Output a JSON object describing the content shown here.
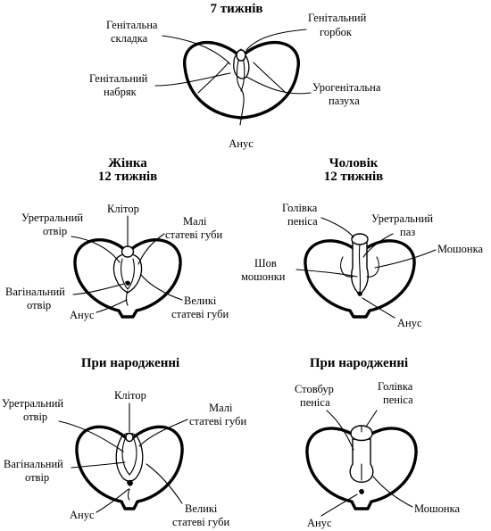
{
  "stage_7w": {
    "title": "7 тижнів",
    "labels": {
      "genital_fold": [
        "Генітальна",
        "складка"
      ],
      "genital_tubercle": [
        "Генітальний",
        "горбок"
      ],
      "genital_swelling": [
        "Генітальний",
        "набряк"
      ],
      "urogenital_groove": [
        "Урогенітальна",
        "пазуха"
      ],
      "anus": "Анус"
    }
  },
  "female_12w": {
    "title": [
      "Жінка",
      "12 тижнів"
    ],
    "labels": {
      "urethral_opening": [
        "Уретральний",
        "отвір"
      ],
      "clitoris": "Клітор",
      "labia_minora": [
        "Малі",
        "статеві губи"
      ],
      "vaginal_opening": [
        "Вагінальний",
        "отвір"
      ],
      "labia_majora": [
        "Великі",
        "статеві губи"
      ],
      "anus": "Анус"
    }
  },
  "male_12w": {
    "title": [
      "Чоловік",
      "12 тижнів"
    ],
    "labels": {
      "glans_penis": [
        "Голівка",
        "пеніса"
      ],
      "urethral_groove": [
        "Уретральний",
        "паз"
      ],
      "scrotum": "Мошонка",
      "scrotal_raphe": [
        "Шов",
        "мошонки"
      ],
      "anus": "Анус"
    }
  },
  "female_birth": {
    "title": "При народженні",
    "labels": {
      "urethral_opening": [
        "Уретральний",
        "отвір"
      ],
      "clitoris": "Клітор",
      "labia_minora": [
        "Малі",
        "статеві губи"
      ],
      "vaginal_opening": [
        "Вагінальний",
        "отвір"
      ],
      "labia_majora": [
        "Великі",
        "статеві губи"
      ],
      "anus": "Анус"
    }
  },
  "male_birth": {
    "title": "При народженні",
    "labels": {
      "shaft_penis": [
        "Стовбур",
        "пеніса"
      ],
      "glans_penis": [
        "Голівка",
        "пеніса"
      ],
      "anus": "Анус",
      "scrotum": "Мошонка"
    }
  }
}
